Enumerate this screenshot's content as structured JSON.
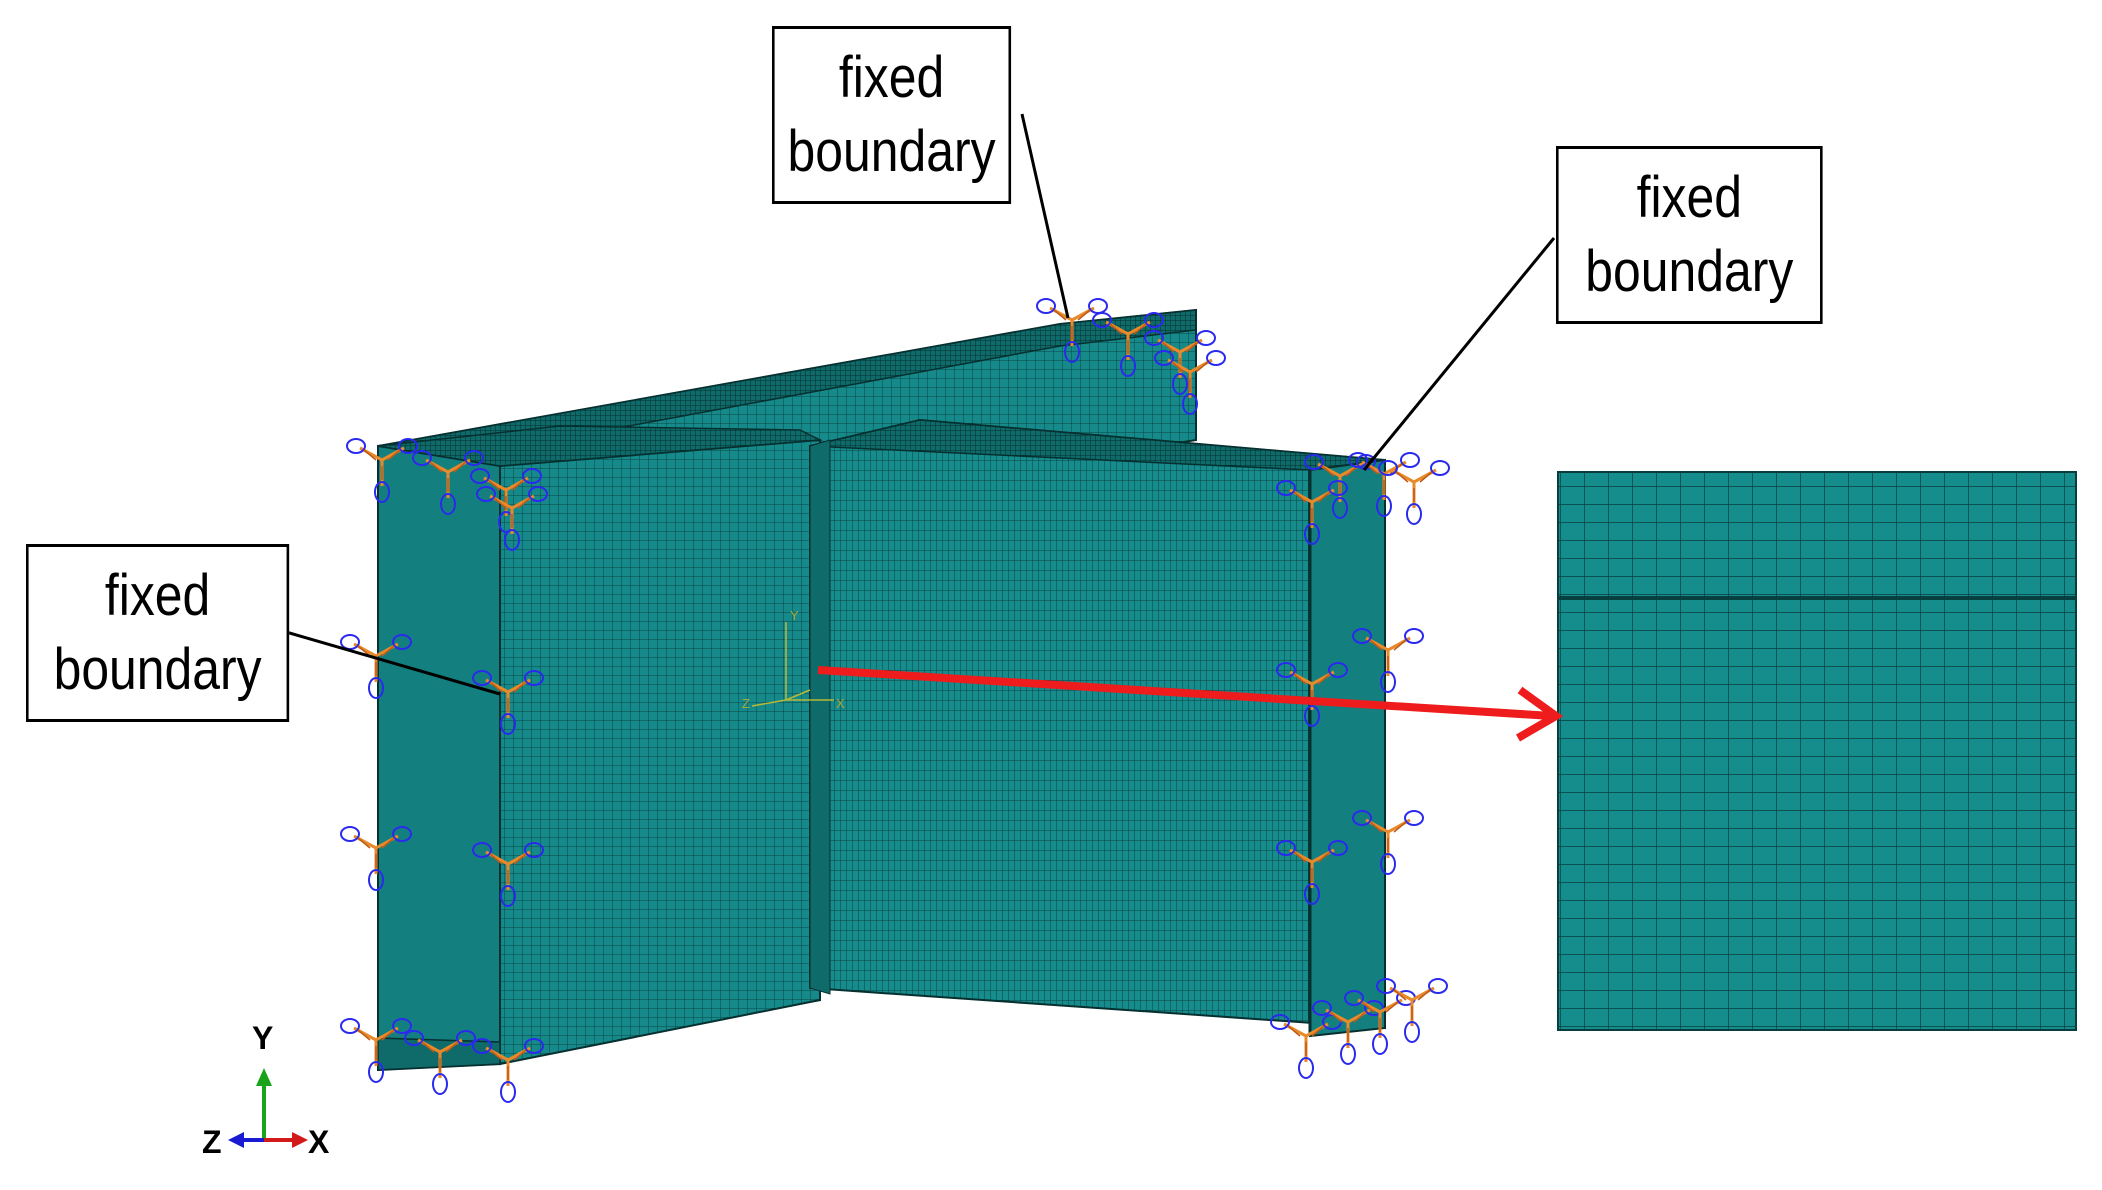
{
  "callouts": {
    "top": {
      "line1": "fixed",
      "line2": "boundary"
    },
    "right": {
      "line1": "fixed",
      "line2": "boundary"
    },
    "left": {
      "line1": "fixed",
      "line2": "boundary"
    }
  },
  "triad": {
    "y": "Y",
    "z": "Z",
    "x": "X"
  },
  "model_csys": {
    "y": "Y",
    "z": "Z",
    "x": "X"
  },
  "colors": {
    "mesh_fill": "#168a8a",
    "mesh_line": "#0a3e3e",
    "pointer_arrow": "#ee1c1c",
    "bc_orange": "#e88a2a",
    "bc_blue": "#2a2aee",
    "triad_y": "#1aa31a",
    "triad_x": "#d21a1a",
    "triad_z": "#1a1ad2"
  },
  "icons": [
    "boundary-condition-symbol-icon",
    "coordinate-triad-icon",
    "arrow-right-icon"
  ]
}
